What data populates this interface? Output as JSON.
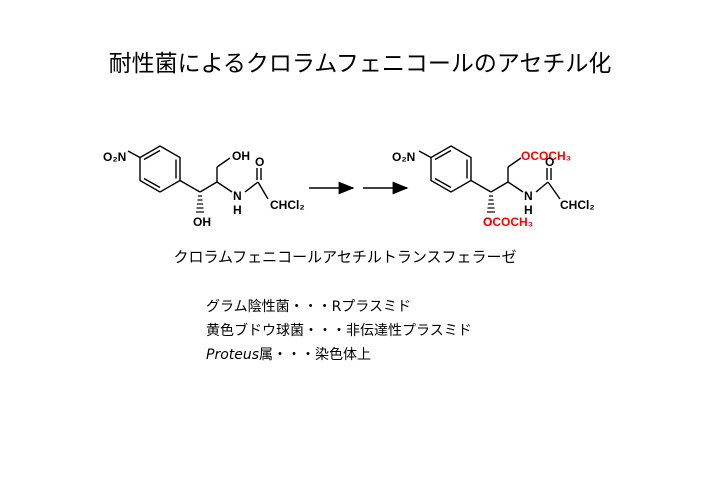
{
  "title": "耐性菌によるクロラムフェニコールのアセチル化",
  "reactant": {
    "o2n": "O₂N",
    "oh_top": "OH",
    "o_carbonyl": "O",
    "nh": "N",
    "nh_h": "H",
    "chcl2": "CHCl₂",
    "oh_bottom": "OH"
  },
  "product": {
    "o2n": "O₂N",
    "ococh3_top": "OCOCH₃",
    "o_carbonyl": "O",
    "nh": "N",
    "nh_h": "H",
    "chcl2": "CHCl₂",
    "ococh3_bottom": "OCOCH₃",
    "o_label": "O"
  },
  "colors": {
    "acetyl": "#ff0000"
  },
  "enzyme": "クロラムフェニコールアセチルトランスフェラーゼ",
  "notes": {
    "line1": "グラム陰性菌・・・Rプラスミド",
    "line2": "黄色ブドウ球菌・・・非伝達性プラスミド",
    "line3_italic": "Proteus",
    "line3_rest": "属・・・染色体上"
  }
}
